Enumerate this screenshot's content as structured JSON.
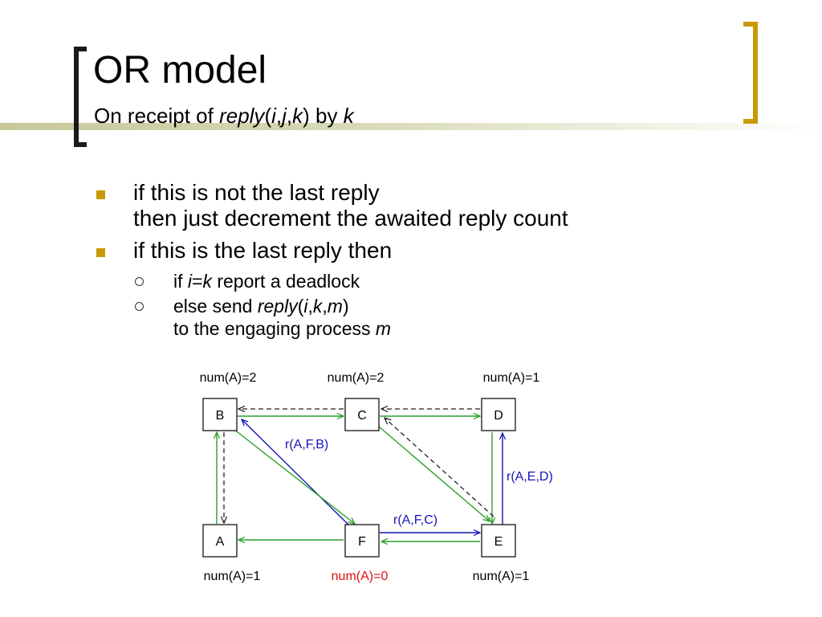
{
  "slide": {
    "title": "OR model",
    "subtitle": {
      "prefix": "On receipt of ",
      "reply": "reply",
      "open": "(",
      "i": "i",
      "c1": ",",
      "j": "j",
      "c2": ",",
      "k": "k",
      "close": ")",
      "by": " by ",
      "k2": "k"
    }
  },
  "bullets": [
    {
      "line1": "if this is not the last reply",
      "line2": "then just decrement the awaited reply count"
    },
    {
      "line1": "if this is the last reply then"
    }
  ],
  "subbullets": [
    {
      "pre": "if ",
      "i": "i",
      "eq": "=",
      "k": "k",
      "post": " report a deadlock"
    },
    {
      "pre": "else send ",
      "reply": "reply",
      "open": "(",
      "i": "i",
      "c1": ",",
      "k": "k",
      "c2": ",",
      "m": "m",
      "close": ")",
      "line2": "to the engaging process ",
      "m2": "m"
    }
  ],
  "diagram": {
    "nodes": [
      {
        "id": "B",
        "label": "B",
        "count": "num(A)=2",
        "count_color": "#000000"
      },
      {
        "id": "C",
        "label": "C",
        "count": "num(A)=2",
        "count_color": "#000000"
      },
      {
        "id": "D",
        "label": "D",
        "count": "num(A)=1",
        "count_color": "#000000"
      },
      {
        "id": "A",
        "label": "A",
        "count": "num(A)=1",
        "count_color": "#000000"
      },
      {
        "id": "F",
        "label": "F",
        "count": "num(A)=0",
        "count_color": "#e01010"
      },
      {
        "id": "E",
        "label": "E",
        "count": "num(A)=1",
        "count_color": "#000000"
      }
    ],
    "edge_labels": {
      "fb": "r(A,F,B)",
      "fe": "r(A,F,C)",
      "ed": "r(A,E,D)"
    },
    "colors": {
      "request_edge": "#2aa02a",
      "reply_edge": "#1414b4",
      "dashed_edge": "#222222",
      "bullet_square": "#c99a06",
      "bracket_right": "#c99a06"
    }
  }
}
